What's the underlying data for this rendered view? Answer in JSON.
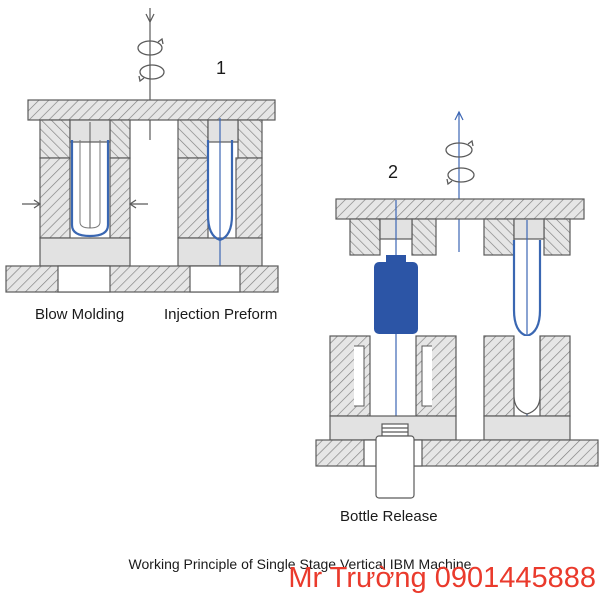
{
  "labels": {
    "step_1": "1",
    "step_2": "2",
    "blow_molding": "Blow Molding",
    "injection_preform": "Injection Preform",
    "bottle_release": "Bottle Release",
    "caption": "Working Principle of Single Stage Vertical IBM Machine"
  },
  "watermark": "Mr Trường 0901445888",
  "colors": {
    "line": "#5a5a5a",
    "hatch": "#8a8a8a",
    "block_fill": "#e2e2e2",
    "preform_blue": "#3a67b2",
    "bottle_blue": "#2c55a6",
    "axis_blue": "#3c66b4",
    "watermark_red": "#ea3a2c"
  }
}
